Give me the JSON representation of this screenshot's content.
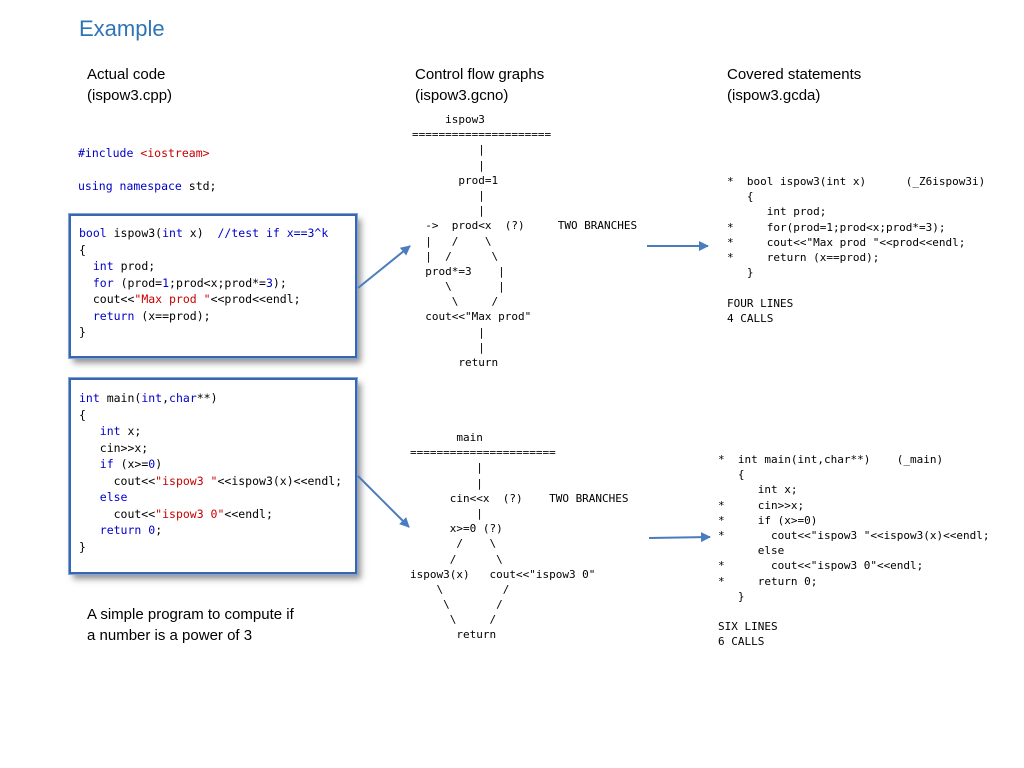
{
  "title": "Example",
  "columns": {
    "code": {
      "line1": "Actual code",
      "line2": "(ispow3.cpp)"
    },
    "cfg": {
      "line1": "Control flow graphs",
      "line2": "(ispow3.gcno)"
    },
    "covered": {
      "line1": "Covered statements",
      "line2": "(ispow3.gcda)"
    }
  },
  "source_header": [
    [
      {
        "t": "#include ",
        "c": "kw"
      },
      {
        "t": "<iostream>",
        "c": "str"
      }
    ],
    [],
    [
      {
        "t": "using namespace ",
        "c": "kw"
      },
      {
        "t": "std;",
        "c": ""
      }
    ]
  ],
  "ispow3_code": [
    [
      {
        "t": "bool",
        "c": "kw"
      },
      {
        "t": " ispow3(",
        "c": ""
      },
      {
        "t": "int",
        "c": "kw"
      },
      {
        "t": " x)  ",
        "c": ""
      },
      {
        "t": "//test if x==3^k",
        "c": "cmt"
      }
    ],
    [
      {
        "t": "{",
        "c": ""
      }
    ],
    [
      {
        "t": "  ",
        "c": ""
      },
      {
        "t": "int",
        "c": "kw"
      },
      {
        "t": " prod;",
        "c": ""
      }
    ],
    [
      {
        "t": "  ",
        "c": ""
      },
      {
        "t": "for",
        "c": "kw"
      },
      {
        "t": " (prod=",
        "c": ""
      },
      {
        "t": "1",
        "c": "num"
      },
      {
        "t": ";prod<x;prod*=",
        "c": ""
      },
      {
        "t": "3",
        "c": "num"
      },
      {
        "t": ");",
        "c": ""
      }
    ],
    [
      {
        "t": "  cout<<",
        "c": ""
      },
      {
        "t": "\"Max prod \"",
        "c": "str"
      },
      {
        "t": "<<prod<<endl;",
        "c": ""
      }
    ],
    [
      {
        "t": "  ",
        "c": ""
      },
      {
        "t": "return",
        "c": "kw"
      },
      {
        "t": " (x==prod);",
        "c": ""
      }
    ],
    [
      {
        "t": "}",
        "c": ""
      }
    ]
  ],
  "main_code": [
    [
      {
        "t": "int",
        "c": "kw"
      },
      {
        "t": " main(",
        "c": ""
      },
      {
        "t": "int",
        "c": "kw"
      },
      {
        "t": ",",
        "c": ""
      },
      {
        "t": "char",
        "c": "kw"
      },
      {
        "t": "**)",
        "c": ""
      }
    ],
    [
      {
        "t": "{",
        "c": ""
      }
    ],
    [
      {
        "t": "   ",
        "c": ""
      },
      {
        "t": "int",
        "c": "kw"
      },
      {
        "t": " x;",
        "c": ""
      }
    ],
    [
      {
        "t": "   cin>>x;",
        "c": ""
      }
    ],
    [
      {
        "t": "   ",
        "c": ""
      },
      {
        "t": "if",
        "c": "kw"
      },
      {
        "t": " (x>=",
        "c": ""
      },
      {
        "t": "0",
        "c": "num"
      },
      {
        "t": ")",
        "c": ""
      }
    ],
    [
      {
        "t": "     cout<<",
        "c": ""
      },
      {
        "t": "\"ispow3 \"",
        "c": "str"
      },
      {
        "t": "<<ispow3(x)<<endl;",
        "c": ""
      }
    ],
    [
      {
        "t": "   ",
        "c": ""
      },
      {
        "t": "else",
        "c": "kw"
      }
    ],
    [
      {
        "t": "     cout<<",
        "c": ""
      },
      {
        "t": "\"ispow3 0\"",
        "c": "str"
      },
      {
        "t": "<<endl;",
        "c": ""
      }
    ],
    [
      {
        "t": "   ",
        "c": ""
      },
      {
        "t": "return",
        "c": "kw"
      },
      {
        "t": " ",
        "c": ""
      },
      {
        "t": "0",
        "c": "num"
      },
      {
        "t": ";",
        "c": ""
      }
    ],
    [
      {
        "t": "}",
        "c": ""
      }
    ]
  ],
  "cfg_ispow3": [
    "     ispow3",
    "=====================",
    "          |",
    "          |",
    "       prod=1",
    "          |",
    "          |",
    "  ->  prod<x  (?)     TWO BRANCHES",
    "  |   /    \\",
    "  |  /      \\",
    "  prod*=3    |",
    "     \\       |",
    "      \\     /",
    "  cout<<\"Max prod\"",
    "          |",
    "          |",
    "       return"
  ],
  "cfg_main": [
    "       main",
    "======================",
    "          |",
    "          |",
    "      cin<<x  (?)    TWO BRANCHES",
    "          |",
    "      x>=0 (?)",
    "       /    \\",
    "      /      \\",
    "ispow3(x)   cout<<\"ispow3 0\"",
    "    \\         /",
    "     \\       /",
    "      \\     /",
    "       return"
  ],
  "covered_ispow3": [
    "*  bool ispow3(int x)      (_Z6ispow3i)",
    "   {",
    "      int prod;",
    "*     for(prod=1;prod<x;prod*=3);",
    "*     cout<<\"Max prod \"<<prod<<endl;",
    "*     return (x==prod);",
    "   }",
    "",
    "FOUR LINES",
    "4 CALLS"
  ],
  "covered_main": [
    "*  int main(int,char**)    (_main)",
    "   {",
    "      int x;",
    "*     cin>>x;",
    "*     if (x>=0)",
    "*       cout<<\"ispow3 \"<<ispow3(x)<<endl;",
    "      else",
    "*       cout<<\"ispow3 0\"<<endl;",
    "*     return 0;",
    "   }",
    "",
    "SIX LINES",
    "6 CALLS"
  ],
  "caption": {
    "line1": "A simple program to compute if",
    "line2": "a number is a power of 3"
  },
  "colors": {
    "title": "#2e75b6",
    "keyword": "#0000c8",
    "string": "#c80000",
    "box_border": "#3a66b0",
    "arrow": "#4a7cc0"
  }
}
